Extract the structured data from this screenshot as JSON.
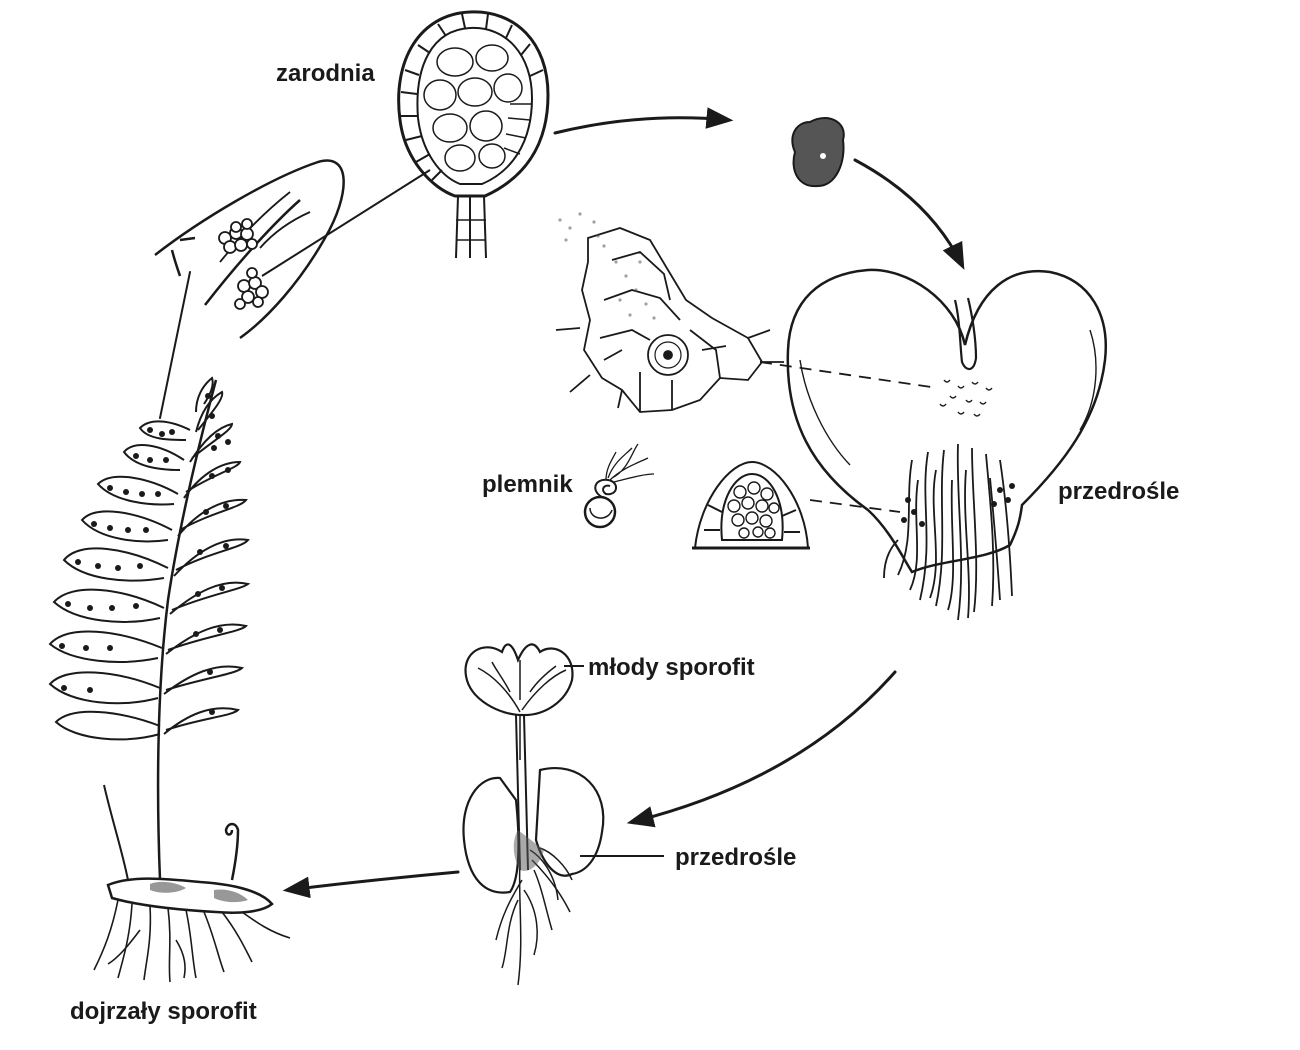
{
  "labels": {
    "zarodnia": "zarodnia",
    "plemnik": "plemnik",
    "przedrosle_top": "przedrośle",
    "mlody_sporofit": "młody sporofit",
    "przedrosle_bottom": "przedrośle",
    "dojrzaly_sporofit": "dojrzały sporofit"
  },
  "colors": {
    "ink": "#1a1a1a",
    "stipple": "#555555",
    "background": "#ffffff"
  }
}
